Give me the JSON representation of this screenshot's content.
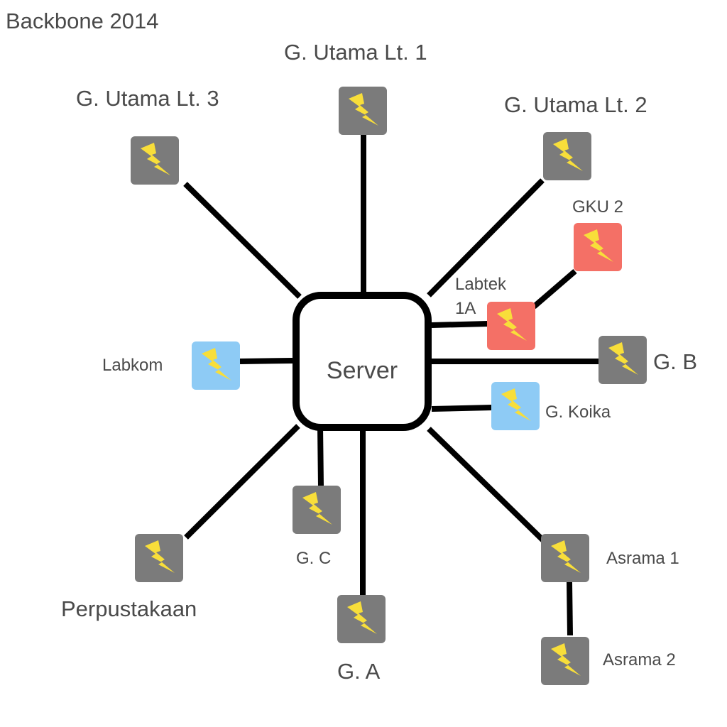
{
  "title": "Backbone 2014",
  "colors": {
    "gray": "#7b7b7b",
    "red": "#f47066",
    "blue": "#8ecbf5",
    "bolt": "#f8de3a",
    "line": "#000000",
    "text": "#4a4a4a"
  },
  "server": {
    "label": "Server"
  },
  "nodes": [
    {
      "id": "g-utama-lt-1",
      "label": "G. Utama Lt. 1",
      "color": "gray",
      "parent": "server"
    },
    {
      "id": "g-utama-lt-2",
      "label": "G. Utama Lt. 2",
      "color": "gray",
      "parent": "server"
    },
    {
      "id": "g-utama-lt-3",
      "label": "G. Utama Lt. 3",
      "color": "gray",
      "parent": "server"
    },
    {
      "id": "gku-2",
      "label": "GKU 2",
      "color": "red",
      "parent": "labtek-1a"
    },
    {
      "id": "labtek-1a",
      "label": "Labtek 1A",
      "label_lines": [
        "Labtek",
        "1A"
      ],
      "color": "red",
      "parent": "server"
    },
    {
      "id": "g-b",
      "label": "G. B",
      "color": "gray",
      "parent": "server"
    },
    {
      "id": "g-koika",
      "label": "G. Koika",
      "color": "blue",
      "parent": "server"
    },
    {
      "id": "labkom",
      "label": "Labkom",
      "color": "blue",
      "parent": "server"
    },
    {
      "id": "perpustakaan",
      "label": "Perpustakaan",
      "color": "gray",
      "parent": "server"
    },
    {
      "id": "g-c",
      "label": "G. C",
      "color": "gray",
      "parent": "server"
    },
    {
      "id": "g-a",
      "label": "G. A",
      "color": "gray",
      "parent": "server"
    },
    {
      "id": "asrama-1",
      "label": "Asrama 1",
      "color": "gray",
      "parent": "server"
    },
    {
      "id": "asrama-2",
      "label": "Asrama 2",
      "color": "gray",
      "parent": "asrama-1"
    }
  ]
}
